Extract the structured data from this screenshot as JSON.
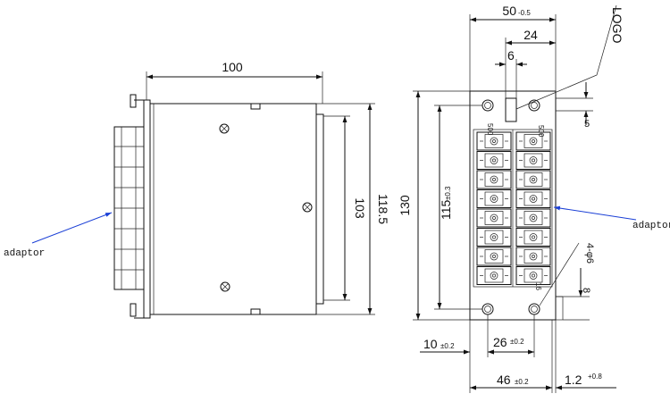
{
  "callouts": {
    "adaptor_left": "adaptor",
    "adaptor_right": "adaptor",
    "logo": "LOGO"
  },
  "side_view": {
    "width": "100",
    "height_outer": "118.5",
    "height_inner": "103"
  },
  "front_view": {
    "width": "50",
    "width_tol": "-0.5",
    "logo_offset": "24",
    "logo_width": "6",
    "logo_height": "5",
    "height": "130",
    "hole_pitch": "115",
    "hole_pitch_tol": "±0.3",
    "hole_spec": "4-φ6",
    "edge_dim": "8",
    "hole_x": "10",
    "hole_x_tol": "±0.2",
    "pitch_x": "26",
    "pitch_x_tol": "±0.2",
    "base_width": "46",
    "base_width_tol": "±0.2",
    "thickness": "1.2",
    "thickness_tol": "+0.8",
    "port_label_left": "500",
    "port_label_right": "500",
    "port_label_bottom": "16"
  },
  "colors": {
    "line": "#111111",
    "leader": "#1a3fd6",
    "background": "#ffffff"
  }
}
